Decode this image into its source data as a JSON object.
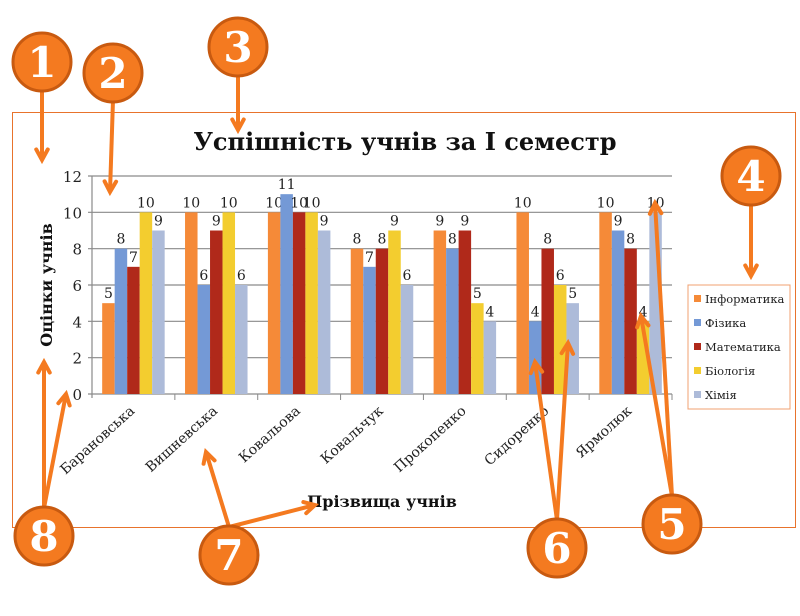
{
  "chart_data": {
    "type": "bar",
    "title": "Успішність учнів за I семестр",
    "xlabel": "Прізвища учнів",
    "ylabel": "Оцінки учнів",
    "ylim": [
      0,
      12
    ],
    "yticks": [
      0,
      2,
      4,
      6,
      8,
      10,
      12
    ],
    "grid": true,
    "legend_position": "right",
    "categories": [
      "Барановська",
      "Вишневська",
      "Ковальова",
      "Ковальчук",
      "Прокопенко",
      "Сидоренко",
      "Ярмолюк"
    ],
    "series": [
      {
        "name": "Інформатика",
        "color": "#f58a38",
        "values": [
          5,
          10,
          10,
          8,
          9,
          10,
          10
        ]
      },
      {
        "name": "Фізика",
        "color": "#7499d6",
        "values": [
          8,
          6,
          11,
          7,
          8,
          4,
          9
        ]
      },
      {
        "name": "Математика",
        "color": "#b0291a",
        "values": [
          7,
          9,
          10,
          8,
          9,
          8,
          8
        ]
      },
      {
        "name": "Біологія",
        "color": "#f3cd2f",
        "values": [
          10,
          10,
          10,
          9,
          5,
          6,
          4
        ]
      },
      {
        "name": "Хімія",
        "color": "#adbbd9",
        "values": [
          9,
          6,
          9,
          6,
          4,
          5,
          10
        ]
      }
    ]
  },
  "annotations": [
    "1",
    "2",
    "3",
    "4",
    "5",
    "6",
    "7",
    "8"
  ],
  "accent_color": "#f47a20"
}
